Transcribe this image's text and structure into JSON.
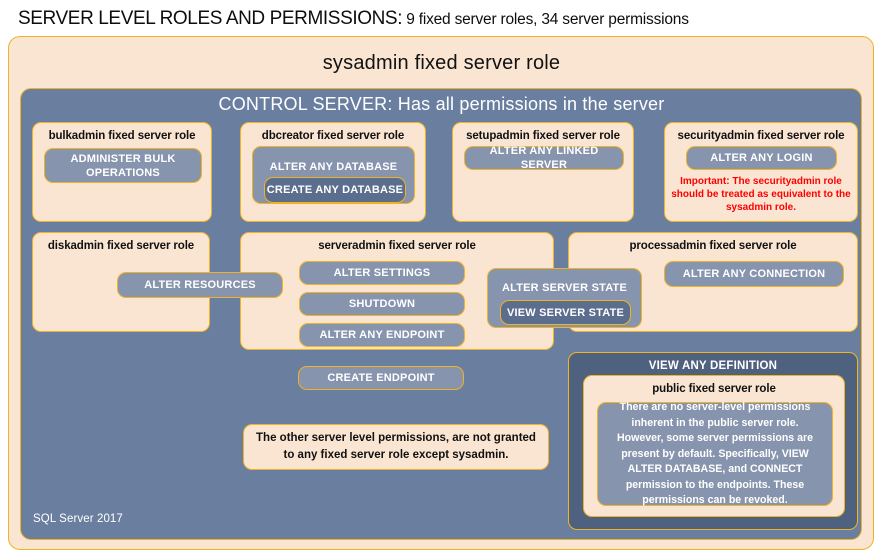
{
  "title": {
    "strong": "SERVER LEVEL ROLES AND PERMISSIONS:",
    "rest": " 9 fixed server roles, 34 server permissions"
  },
  "outer": {
    "sysadmin_label": "sysadmin fixed server role",
    "footer": "SQL Server 2017"
  },
  "control_server": {
    "label": "CONTROL SERVER: Has all permissions in the server"
  },
  "roles": {
    "bulkadmin": {
      "title": "bulkadmin fixed server role",
      "permissions": [
        "ADMINISTER  BULK OPERATIONS"
      ]
    },
    "dbcreator": {
      "title": "dbcreator fixed server role",
      "permission_outer": "ALTER ANY DATABASE",
      "permission_nested": "CREATE  ANY DATABASE"
    },
    "setupadmin": {
      "title": "setupadmin fixed server role",
      "permissions": [
        "ALTER ANY LINKED SERVER"
      ]
    },
    "securityadmin": {
      "title": "securityadmin fixed server role",
      "permissions": [
        "ALTER ANY LOGIN"
      ],
      "warning": "Important: The securityadmin role should  be treated as equivalent to the  sysadmin role."
    },
    "diskadmin": {
      "title": "diskadmin fixed server role",
      "permissions": [
        "ALTER RESOURCES"
      ]
    },
    "serveradmin": {
      "title": "serveradmin fixed server role",
      "permissions": [
        "ALTER SETTINGS",
        "SHUTDOWN",
        "ALTER ANY ENDPOINT",
        "CREATE  ENDPOINT"
      ],
      "permission_outer": "ALTER SERVER STATE",
      "permission_nested": "VIEW SERVER STATE"
    },
    "processadmin": {
      "title": "processadmin fixed server role",
      "permissions": [
        "ALTER ANY CONNECTION"
      ]
    },
    "public": {
      "view_any_definition": "VIEW ANY DEFINITION",
      "title": "public  fixed server role",
      "description": "There are no server-level permissions inherent in the public server role. However, some server permissions are present by default. Specifically, VIEW ALTER DATABASE, and CONNECT permission to the endpoints. These permissions can be revoked."
    }
  },
  "note": {
    "text": "The other server level permissions, are not granted to any fixed server role except sysadmin."
  },
  "colors": {
    "border_gold": "#F0B323",
    "panel_slate": "#6A7FA0",
    "panel_peach": "#FAE5D3",
    "permission_gray": "#8794AE",
    "permission_nested_dark": "#5C6E8E",
    "warning_red": "#FF0000"
  }
}
